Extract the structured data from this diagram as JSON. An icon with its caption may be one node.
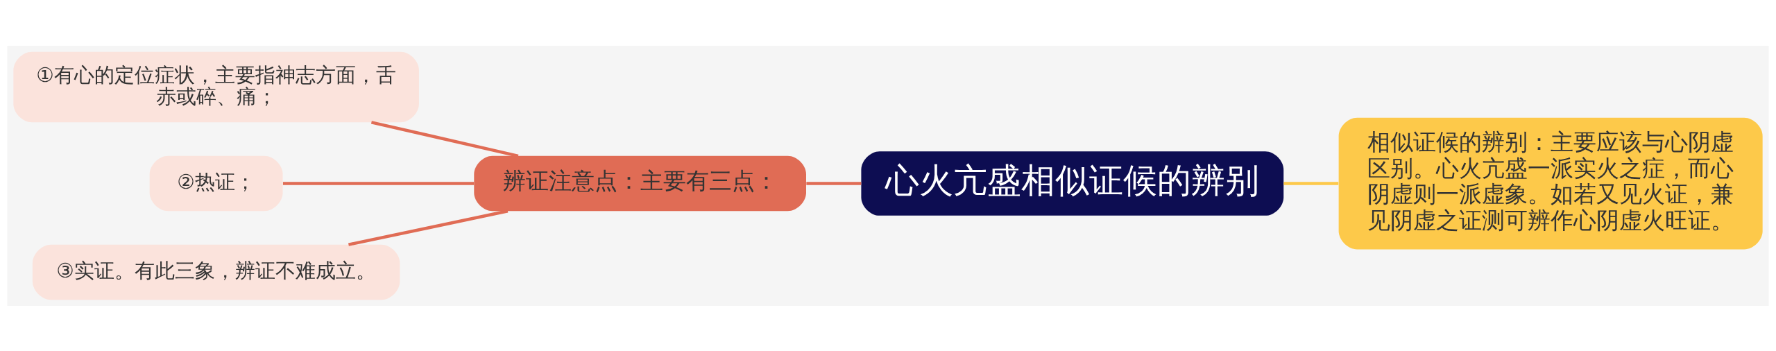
{
  "diagram": {
    "nodes": [
      {
        "text": [
          "心火亢盛相似证候的辨别"
        ]
      },
      {
        "text": [
          "相似证候的辨别：主要应该与心阴虚区别。心火亢盛一派实火之症，而心阴虚则一派虚象。如若又见火证，兼见阴虚之证测可辨作心阴虚火旺证。"
        ]
      },
      {
        "text": [
          "辨证注意点：主要有三点："
        ]
      },
      {
        "text": [
          "①有心的定位症状，主要指神志方面，舌赤或碎、痛；"
        ]
      },
      {
        "text": [
          "②热证；"
        ]
      },
      {
        "text": [
          "③实证。有此三象，辨证不难成立。"
        ]
      }
    ],
    "edges": [
      {
        "from": 0,
        "to": 1,
        "arrow": "none",
        "color": "#fdc94a"
      },
      {
        "from": 0,
        "to": 2,
        "arrow": "none"
      },
      {
        "from": 2,
        "to": 3,
        "arrow": "none"
      },
      {
        "from": 2,
        "to": 4,
        "arrow": "none"
      },
      {
        "from": 2,
        "to": 5,
        "arrow": "none"
      }
    ]
  }
}
